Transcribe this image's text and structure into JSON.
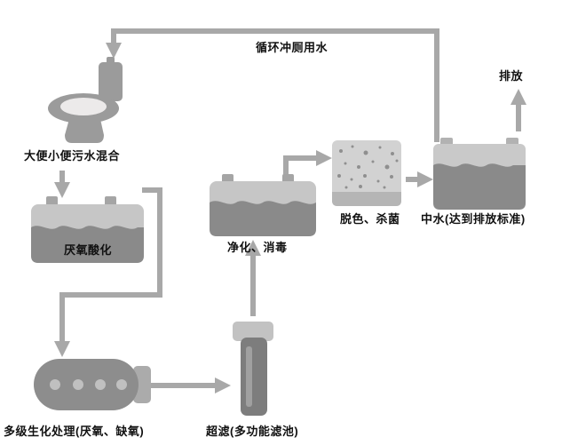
{
  "diagram": {
    "type": "water-recycling-flow-diagram",
    "labels": {
      "loop": "循环冲厕用水",
      "discharge": "排放",
      "mix": "大便小便污水混合",
      "anaerobic": "厌氧酸化",
      "biochemical": "多级生化处理(厌氧、缺氧)",
      "ultrafiltration": "超滤(多功能滤池)",
      "purify": "净化、消毒",
      "decolor": "脱色、杀菌",
      "reclaimed": "中水(达到排放标准)"
    },
    "colors": {
      "background": "#ffffff",
      "arrow": "#a8a8a8",
      "tank_dark": "#8a8a8a",
      "tank_light": "#c6c6c6",
      "text": "#111111"
    }
  }
}
